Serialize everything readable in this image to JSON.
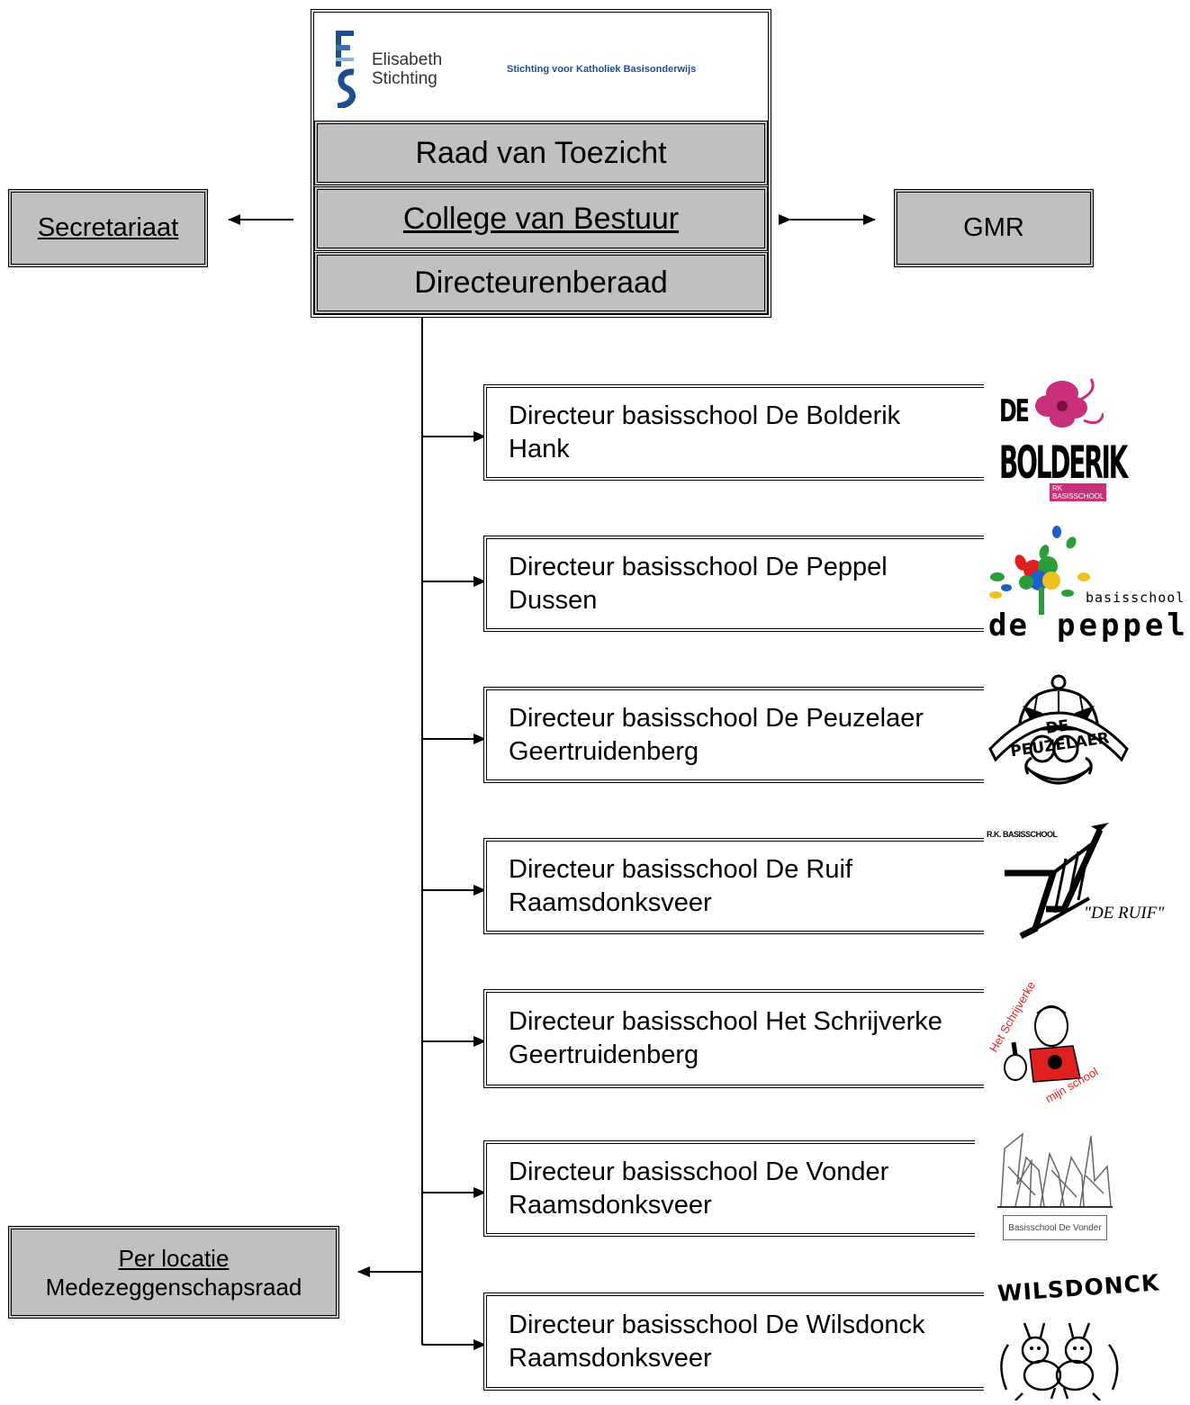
{
  "header": {
    "brand_line1": "Elisabeth",
    "brand_line2": "Stichting",
    "tagline": "Stichting voor Katholiek Basisonderwijs",
    "raad": "Raad van Toezicht",
    "college": "College van Bestuur",
    "directeuren": "Directeurenberaad"
  },
  "side": {
    "secretariaat": "Secretariaat",
    "gmr": "GMR",
    "mr_line1": "Per locatie",
    "mr_line2": "Medezeggenschapsraad"
  },
  "schools": [
    {
      "title": "Directeur basisschool De Bolderik",
      "place": "Hank"
    },
    {
      "title": "Directeur basisschool De Peppel",
      "place": "Dussen"
    },
    {
      "title": "Directeur basisschool De Peuzelaer",
      "place": "Geertruidenberg"
    },
    {
      "title": "Directeur basisschool De Ruif",
      "place": "Raamsdonksveer"
    },
    {
      "title": "Directeur basisschool Het Schrijverke",
      "place": "Geertruidenberg"
    },
    {
      "title": "Directeur basisschool De Vonder",
      "place": "Raamsdonksveer"
    },
    {
      "title": "Directeur basisschool De Wilsdonck",
      "place": "Raamsdonksveer"
    }
  ],
  "logos": {
    "bolderik_1": "DE",
    "bolderik_2": "BOLDERIK",
    "bolderik_3": "RK BASISSCHOOL",
    "peppel_1": "basisschool",
    "peppel_2": "de",
    "peppel_3": "peppel",
    "peuzelaer": "DE PEUZELAER",
    "ruif_1": "R.K. BASISSCHOOL",
    "ruif_2": "\"DE RUIF\"",
    "schrijverke_1": "Het Schrijverke",
    "schrijverke_2": "mijn school",
    "vonder": "Basisschool De Vonder",
    "wilsdonck": "WILSDONCK"
  },
  "colors": {
    "box_grey": "#c0c0c0",
    "brand_blue": "#1f4e8c",
    "bolderik_pink": "#c8307a",
    "schrijverke_red": "#e02020"
  }
}
